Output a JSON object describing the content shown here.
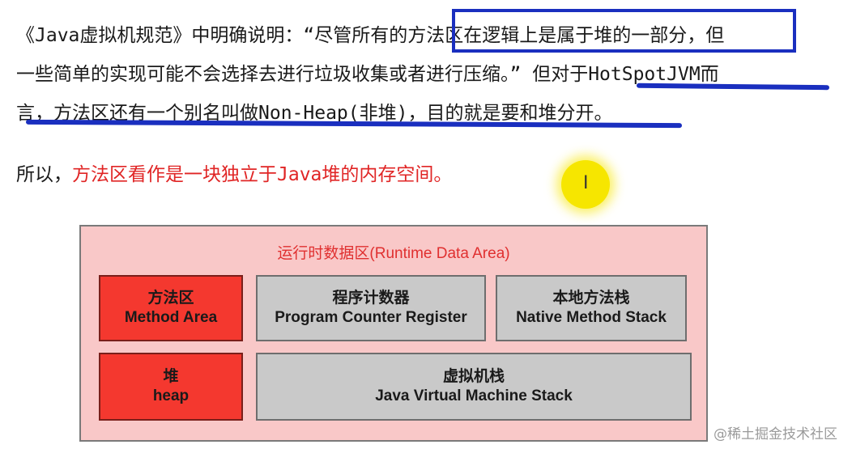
{
  "paragraph": {
    "line1": "《Java虚拟机规范》中明确说明：“尽管所有的方法区在逻辑上是属于堆的一部分，但",
    "line2": "一些简单的实现可能不会选择去进行垃圾收集或者进行压缩。” 但对于HotSpotJVM而",
    "line3": "言，方法区还有一个别名叫做Non-Heap(非堆)，目的就是要和堆分开。"
  },
  "conclusion": {
    "prefix": "所以，",
    "highlight": "方法区看作是一块独立于Java堆的内存空间。"
  },
  "cursor": {
    "glyph": "I"
  },
  "diagram": {
    "title": "运行时数据区(Runtime Data Area)",
    "areas": [
      {
        "cn": "方法区",
        "en": "Method Area",
        "color": "#f4382f"
      },
      {
        "cn": "程序计数器",
        "en": "Program Counter Register",
        "color": "#c9c9c9"
      },
      {
        "cn": "本地方法栈",
        "en": "Native Method Stack",
        "color": "#c9c9c9"
      },
      {
        "cn": "堆",
        "en": "heap",
        "color": "#f4382f"
      },
      {
        "cn": "虚拟机栈",
        "en": "Java Virtual Machine Stack",
        "color": "#c9c9c9"
      }
    ]
  },
  "watermark": "@稀土掘金技术社区"
}
